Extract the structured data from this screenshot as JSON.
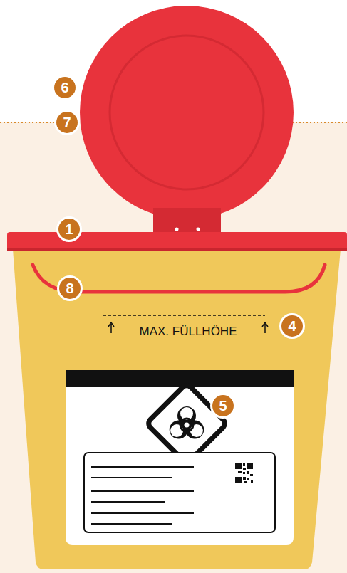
{
  "diagram": {
    "nodes": [
      {
        "text": [
          "6"
        ]
      },
      {
        "text": [
          "7"
        ]
      },
      {
        "text": [
          "1"
        ]
      },
      {
        "text": [
          "8"
        ]
      },
      {
        "text": [
          "4"
        ]
      },
      {
        "text": [
          "5"
        ]
      }
    ],
    "labels": [
      "MAX. FÜLLHÖHE"
    ]
  }
}
